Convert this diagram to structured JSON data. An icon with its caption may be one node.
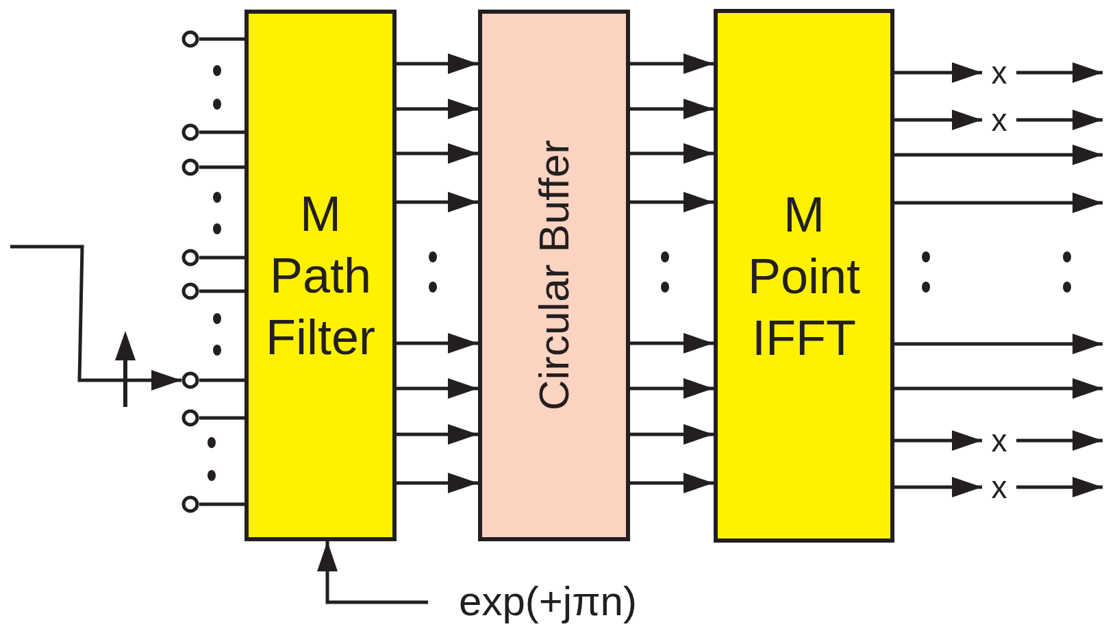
{
  "diagram": {
    "nodes": [
      {
        "text": [
          "M Path Filter"
        ]
      },
      {
        "text": [
          "Circular Buffer"
        ]
      },
      {
        "text": [
          "M Point IFFT"
        ]
      },
      {
        "text": [],
        "shape": "circle"
      },
      {
        "text": [],
        "shape": "circle"
      },
      {
        "text": [],
        "shape": "circle"
      },
      {
        "text": [],
        "shape": "circle"
      },
      {
        "text": [],
        "shape": "circle"
      },
      {
        "text": [],
        "shape": "circle"
      },
      {
        "text": [],
        "shape": "circle"
      },
      {
        "text": [],
        "shape": "circle"
      },
      {
        "text": [
          "x"
        ]
      },
      {
        "text": [
          "x"
        ]
      },
      {
        "text": [
          "x"
        ]
      },
      {
        "text": [
          "x"
        ]
      },
      {
        "text": [
          "exp(+jπn)"
        ]
      }
    ],
    "edges": [
      {
        "from": null,
        "to": 8,
        "arrow": "to"
      },
      {
        "from": 3,
        "to": 0,
        "arrow": "none"
      },
      {
        "from": 4,
        "to": 0,
        "arrow": "none"
      },
      {
        "from": 5,
        "to": 0,
        "arrow": "none"
      },
      {
        "from": 6,
        "to": 0,
        "arrow": "none"
      },
      {
        "from": 7,
        "to": 0,
        "arrow": "none"
      },
      {
        "from": 8,
        "to": 0,
        "arrow": "none"
      },
      {
        "from": 9,
        "to": 0,
        "arrow": "none"
      },
      {
        "from": 10,
        "to": 0,
        "arrow": "none"
      },
      {
        "from": 0,
        "to": 1,
        "arrow": "to"
      },
      {
        "from": 0,
        "to": 1,
        "arrow": "to"
      },
      {
        "from": 0,
        "to": 1,
        "arrow": "to"
      },
      {
        "from": 0,
        "to": 1,
        "arrow": "to"
      },
      {
        "from": 0,
        "to": 1,
        "arrow": "to"
      },
      {
        "from": 0,
        "to": 1,
        "arrow": "to"
      },
      {
        "from": 0,
        "to": 1,
        "arrow": "to"
      },
      {
        "from": 0,
        "to": 1,
        "arrow": "to"
      },
      {
        "from": 1,
        "to": 2,
        "arrow": "to"
      },
      {
        "from": 1,
        "to": 2,
        "arrow": "to"
      },
      {
        "from": 1,
        "to": 2,
        "arrow": "to"
      },
      {
        "from": 1,
        "to": 2,
        "arrow": "to"
      },
      {
        "from": 1,
        "to": 2,
        "arrow": "to"
      },
      {
        "from": 1,
        "to": 2,
        "arrow": "to"
      },
      {
        "from": 1,
        "to": 2,
        "arrow": "to"
      },
      {
        "from": 1,
        "to": 2,
        "arrow": "to"
      },
      {
        "from": 2,
        "to": 11,
        "arrow": "to"
      },
      {
        "from": 2,
        "to": 12,
        "arrow": "to"
      },
      {
        "from": 2,
        "to": 13,
        "arrow": "to"
      },
      {
        "from": 2,
        "to": 14,
        "arrow": "to"
      },
      {
        "from": 11,
        "to": null,
        "arrow": "to"
      },
      {
        "from": 12,
        "to": null,
        "arrow": "to"
      },
      {
        "from": 13,
        "to": null,
        "arrow": "to"
      },
      {
        "from": 14,
        "to": null,
        "arrow": "to"
      },
      {
        "from": 2,
        "to": null,
        "arrow": "to"
      },
      {
        "from": 2,
        "to": null,
        "arrow": "to"
      },
      {
        "from": 2,
        "to": null,
        "arrow": "to"
      },
      {
        "from": 2,
        "to": null,
        "arrow": "to"
      },
      {
        "from": 15,
        "to": 0,
        "arrow": "to"
      }
    ]
  }
}
